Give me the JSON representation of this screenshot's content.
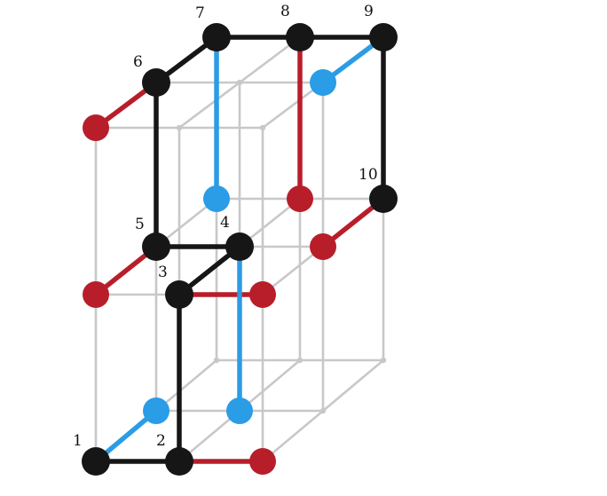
{
  "colors": {
    "grid": "#c8c8c8",
    "path": "#161616",
    "red": "#b81e2a",
    "blue": "#2b9ce6"
  },
  "labels": [
    "1",
    "2",
    "3",
    "4",
    "5",
    "6",
    "7",
    "8",
    "9",
    "10"
  ]
}
